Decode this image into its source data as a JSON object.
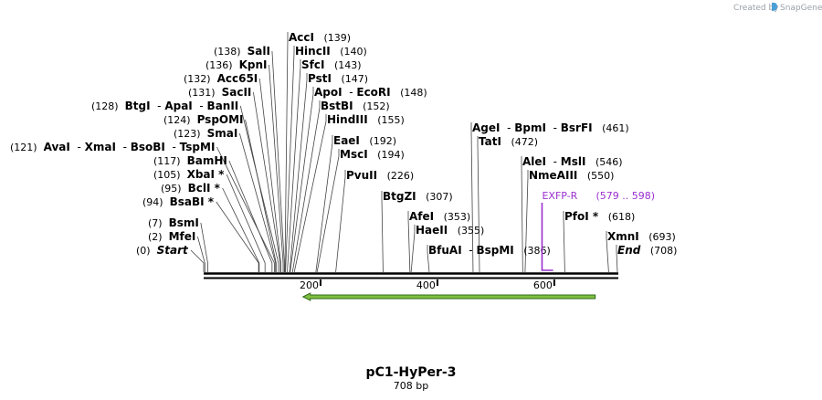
{
  "credit": {
    "prefix": "Created by",
    "brand": "SnapGene"
  },
  "sequence": {
    "name": "pC1-HyPer-3",
    "length_label": "708 bp",
    "length": 708
  },
  "axis": {
    "ticks": [
      200,
      400,
      600
    ]
  },
  "colors": {
    "feature": "#9b30d0",
    "arrow_fill": "#7fbf3f",
    "arrow_stroke": "#2f6b1a"
  },
  "feature": {
    "name": "EXFP-R",
    "range": "(579 .. 598)",
    "start": 579,
    "end": 598
  },
  "orf_arrow": {
    "from": 670,
    "to": 170,
    "direction": "reverse"
  },
  "sites": [
    {
      "pos": 0,
      "pos_label": "(0)",
      "names": [
        "Start"
      ],
      "italic": true
    },
    {
      "pos": 2,
      "pos_label": "(2)",
      "names": [
        "MfeI"
      ]
    },
    {
      "pos": 7,
      "pos_label": "(7)",
      "names": [
        "BsmI"
      ]
    },
    {
      "pos": 94,
      "pos_label": "(94)",
      "names": [
        "BsaBI *"
      ]
    },
    {
      "pos": 95,
      "pos_label": "(95)",
      "names": [
        "BclI *"
      ]
    },
    {
      "pos": 105,
      "pos_label": "(105)",
      "names": [
        "XbaI *"
      ]
    },
    {
      "pos": 117,
      "pos_label": "(117)",
      "names": [
        "BamHI"
      ]
    },
    {
      "pos": 121,
      "pos_label": "(121)",
      "names": [
        "AvaI",
        "XmaI",
        "BsoBI",
        "TspMI"
      ]
    },
    {
      "pos": 123,
      "pos_label": "(123)",
      "names": [
        "SmaI"
      ]
    },
    {
      "pos": 124,
      "pos_label": "(124)",
      "names": [
        "PspOMI"
      ]
    },
    {
      "pos": 128,
      "pos_label": "(128)",
      "names": [
        "BtgI",
        "ApaI",
        "BanII"
      ]
    },
    {
      "pos": 131,
      "pos_label": "(131)",
      "names": [
        "SacII"
      ]
    },
    {
      "pos": 132,
      "pos_label": "(132)",
      "names": [
        "Acc65I"
      ]
    },
    {
      "pos": 136,
      "pos_label": "(136)",
      "names": [
        "KpnI"
      ]
    },
    {
      "pos": 138,
      "pos_label": "(138)",
      "names": [
        "SalI"
      ]
    },
    {
      "pos": 139,
      "pos_label": "(139)",
      "names": [
        "AccI"
      ]
    },
    {
      "pos": 140,
      "pos_label": "(140)",
      "names": [
        "HincII"
      ]
    },
    {
      "pos": 143,
      "pos_label": "(143)",
      "names": [
        "SfcI"
      ]
    },
    {
      "pos": 147,
      "pos_label": "(147)",
      "names": [
        "PstI"
      ]
    },
    {
      "pos": 148,
      "pos_label": "(148)",
      "names": [
        "ApoI",
        "EcoRI"
      ]
    },
    {
      "pos": 152,
      "pos_label": "(152)",
      "names": [
        "BstBI"
      ]
    },
    {
      "pos": 155,
      "pos_label": "(155)",
      "names": [
        "HindIII"
      ]
    },
    {
      "pos": 192,
      "pos_label": "(192)",
      "names": [
        "EaeI"
      ]
    },
    {
      "pos": 194,
      "pos_label": "(194)",
      "names": [
        "MscI"
      ]
    },
    {
      "pos": 226,
      "pos_label": "(226)",
      "names": [
        "PvuII"
      ]
    },
    {
      "pos": 307,
      "pos_label": "(307)",
      "names": [
        "BtgZI"
      ]
    },
    {
      "pos": 353,
      "pos_label": "(353)",
      "names": [
        "AfeI"
      ]
    },
    {
      "pos": 355,
      "pos_label": "(355)",
      "names": [
        "HaeII"
      ]
    },
    {
      "pos": 386,
      "pos_label": "(386)",
      "names": [
        "BfuAI",
        "BspMI"
      ]
    },
    {
      "pos": 461,
      "pos_label": "(461)",
      "names": [
        "AgeI",
        "BpmI",
        "BsrFI"
      ]
    },
    {
      "pos": 472,
      "pos_label": "(472)",
      "names": [
        "TatI"
      ]
    },
    {
      "pos": 546,
      "pos_label": "(546)",
      "names": [
        "AleI",
        "MslI"
      ]
    },
    {
      "pos": 550,
      "pos_label": "(550)",
      "names": [
        "NmeAIII"
      ]
    },
    {
      "pos": 618,
      "pos_label": "(618)",
      "names": [
        "PfoI *"
      ]
    },
    {
      "pos": 693,
      "pos_label": "(693)",
      "names": [
        "XmnI"
      ]
    },
    {
      "pos": 708,
      "pos_label": "(708)",
      "names": [
        "End"
      ],
      "italic": true
    }
  ]
}
